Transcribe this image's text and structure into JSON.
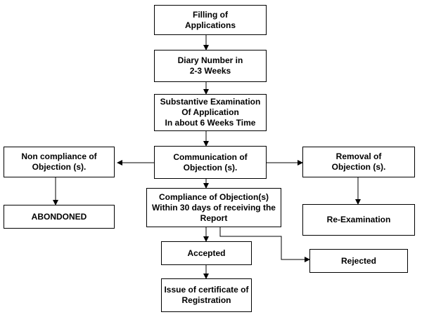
{
  "flowchart": {
    "nodes": {
      "filing": {
        "lines": [
          "Filling of",
          "Applications"
        ]
      },
      "diary": {
        "lines": [
          "Diary Number in",
          "2-3 Weeks"
        ]
      },
      "examination": {
        "lines": [
          "Substantive Examination",
          "Of Application",
          "In about 6 Weeks Time"
        ]
      },
      "communication": {
        "lines": [
          "Communication of",
          "Objection (s)."
        ]
      },
      "non_compliance": {
        "lines": [
          "Non compliance of",
          "Objection (s)."
        ]
      },
      "removal": {
        "lines": [
          "Removal of",
          "Objection (s)."
        ]
      },
      "abondoned": {
        "lines": [
          "ABONDONED"
        ]
      },
      "compliance": {
        "lines": [
          "Compliance of Objection(s)",
          "Within 30 days of receiving the",
          "Report"
        ]
      },
      "reexamination": {
        "lines": [
          "Re-Examination"
        ]
      },
      "accepted": {
        "lines": [
          "Accepted"
        ]
      },
      "rejected": {
        "lines": [
          "Rejected"
        ]
      },
      "certificate": {
        "lines": [
          "Issue of certificate of",
          "Registration"
        ]
      }
    }
  }
}
